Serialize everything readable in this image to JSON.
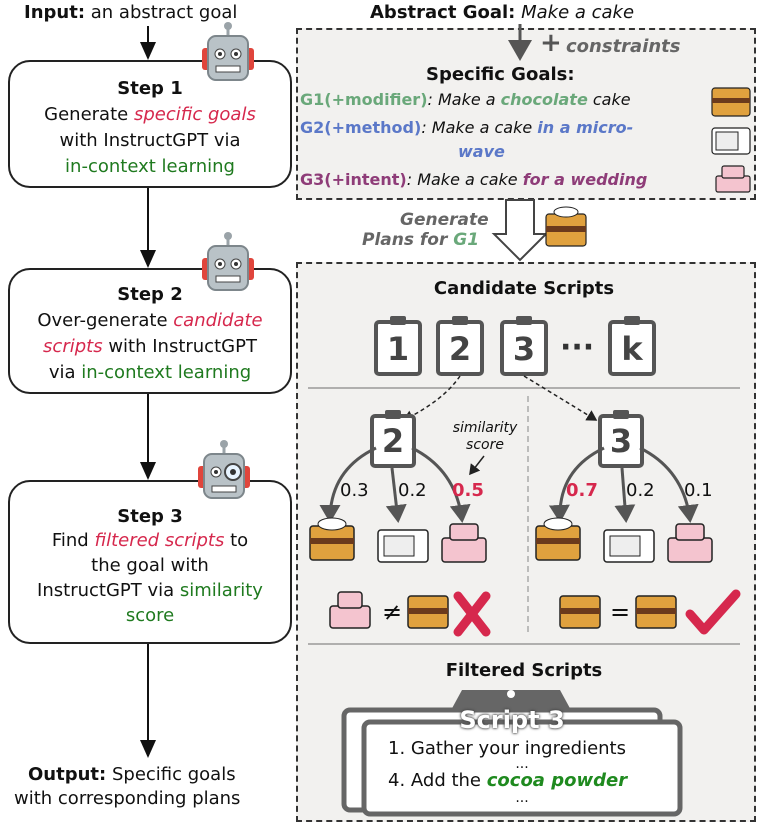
{
  "flow": {
    "input_label": "Input:",
    "input_text": "an abstract goal",
    "output_label": "Output:",
    "output_line1": "Specific goals",
    "output_line2": "with corresponding plans"
  },
  "step1": {
    "title": "Step 1",
    "l1": "Generate ",
    "l1_em": "specific goals",
    "l2": "with InstructGPT via",
    "l3_green": "in-context learning"
  },
  "step2": {
    "title": "Step 2",
    "l1": "Over-generate ",
    "l1_em": "candidate",
    "l2_em": "scripts",
    "l2": " with InstructGPT",
    "l3": "via ",
    "l3_green": "in-context learning"
  },
  "step3": {
    "title": "Step 3",
    "l1": "Find ",
    "l1_em": "filtered scripts",
    "l1_end": " to",
    "l2": "the goal with",
    "l3": "InstructGPT via ",
    "l3_green": "similarity",
    "l4_green": "score"
  },
  "goals": {
    "abstract_label": "Abstract Goal:",
    "abstract_text": "Make a cake",
    "plus": "+",
    "constraints": "constraints",
    "specific_title": "Specific Goals:",
    "g1_label": "G1(+modifier)",
    "g1_text_a": ": Make a ",
    "g1_em": "chocolate",
    "g1_text_b": " cake",
    "g2_label": "G2(+method)",
    "g2_text_a": ": Make a cake ",
    "g2_em_a": "in a micro-",
    "g2_em_b": "wave",
    "g3_label": "G3(+intent)",
    "g3_text_a": ": Make a cake ",
    "g3_em": "for a wedding",
    "colors": {
      "g1": "#6aa87a",
      "g2": "#5b78c8",
      "g3": "#8e3c78"
    }
  },
  "generate": {
    "line1": "Generate",
    "line2a": "Plans for ",
    "line2b": "G1"
  },
  "candidates": {
    "title": "Candidate Scripts",
    "clipboards": [
      "1",
      "2",
      "3",
      "k"
    ],
    "ellipsis": "···",
    "left_script": "2",
    "right_script": "3",
    "similarity_line1": "similarity",
    "similarity_line2": "score",
    "left_scores": [
      "0.3",
      "0.2",
      "0.5"
    ],
    "right_scores": [
      "0.7",
      "0.2",
      "0.1"
    ],
    "neq": "≠",
    "eq": "="
  },
  "filtered": {
    "title": "Filtered Scripts",
    "script_title": "Script 3",
    "step1": "1. Gather your ingredients",
    "dots1": "...",
    "step4_a": "4. Add the ",
    "step4_em": "cocoa powder",
    "dots2": "..."
  }
}
